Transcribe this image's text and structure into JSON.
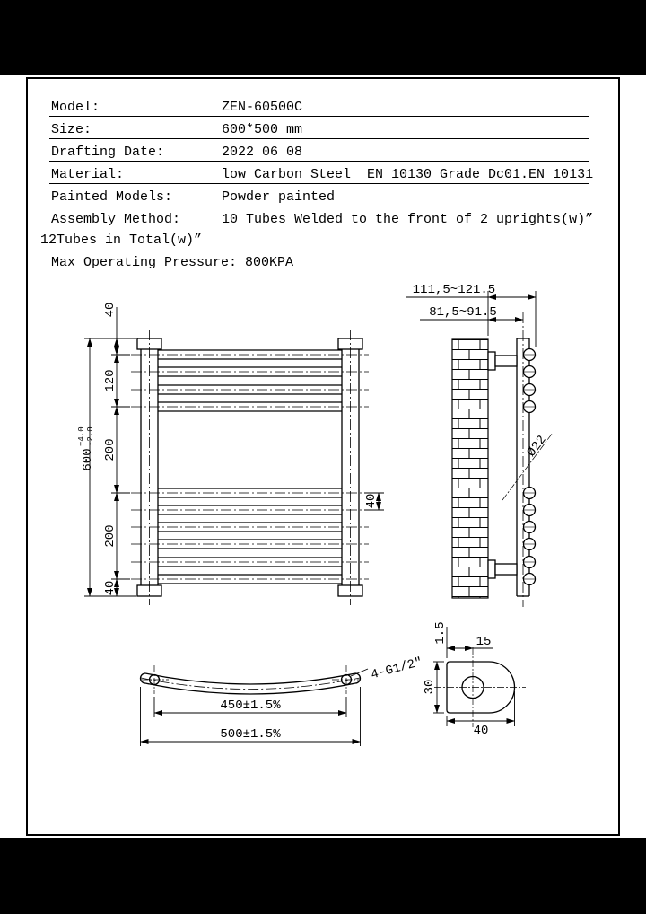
{
  "colors": {
    "ink": "#000000",
    "paper": "#ffffff",
    "bar": "#000000"
  },
  "spec": {
    "rows": [
      {
        "label": "Model:",
        "value": "ZEN-60500C"
      },
      {
        "label": "Size:",
        "value": "600*500 mm"
      },
      {
        "label": "Drafting Date:",
        "value": "2022 06 08"
      },
      {
        "label": "Material:",
        "value": "low Carbon Steel  EN 10130 Grade Dc01.EN 10131"
      },
      {
        "label": "Painted Models:",
        "value": "Powder painted"
      },
      {
        "label": "Assembly Method:",
        "value": "10 Tubes Welded to the front of 2 uprights(w)”"
      }
    ],
    "note": "12Tubes in Total(w)”",
    "pressure": "Max Operating Pressure: 800KPA"
  },
  "front_view": {
    "dim_top_offset": "40",
    "dim_top_group": "120",
    "dim_mid_gap": "200",
    "dim_bottom_group": "200",
    "dim_bottom_offset": "40",
    "dim_overall": "600",
    "tol_plus": "+4.0",
    "tol_minus": "-2.0",
    "dim_tube_pitch": "40"
  },
  "side_view": {
    "dim_outer": "111,5~121.5",
    "dim_inner": "81,5~91.5",
    "dim_tube_dia": "Ø22"
  },
  "bottom_view": {
    "dim_hole_spacing": "450±1.5%",
    "dim_overall": "500±1.5%",
    "thread_label": "4-G1/2\""
  },
  "bracket_detail": {
    "dim_lip": "1.5",
    "dim_hole_offset": "15",
    "dim_height": "30",
    "dim_width": "40"
  }
}
